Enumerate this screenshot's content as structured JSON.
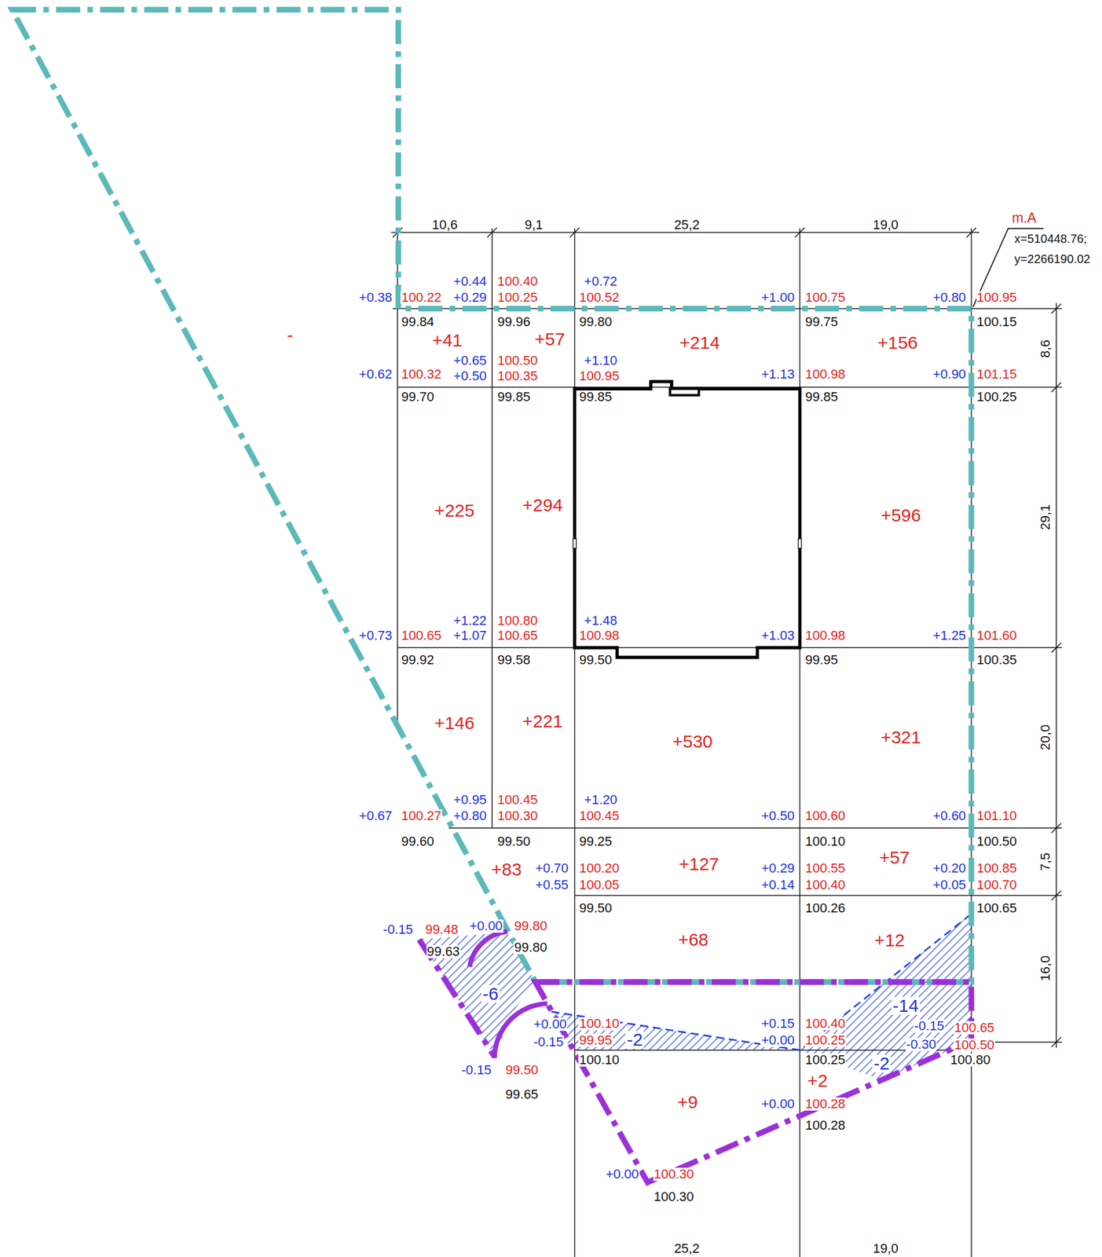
{
  "diagram": {
    "nodes": [
      {
        "text": [
          "-"
        ]
      },
      {
        "text": [
          "+41"
        ]
      },
      {
        "text": [
          "+57"
        ]
      },
      {
        "text": [
          "+214"
        ]
      },
      {
        "text": [
          "+156"
        ]
      },
      {
        "text": [
          "+225"
        ]
      },
      {
        "text": [
          "+294"
        ]
      },
      {
        "text": [
          "+596"
        ]
      },
      {
        "text": [
          "+146"
        ]
      },
      {
        "text": [
          "+221"
        ]
      },
      {
        "text": [
          "+530"
        ]
      },
      {
        "text": [
          "+321"
        ]
      },
      {
        "text": [
          "+83"
        ]
      },
      {
        "text": [
          "+127"
        ]
      },
      {
        "text": [
          "+57"
        ]
      },
      {
        "text": [
          "+68"
        ]
      },
      {
        "text": [
          "+12"
        ]
      },
      {
        "text": [
          "-6"
        ]
      },
      {
        "text": [
          "-14"
        ]
      },
      {
        "text": [
          "-2"
        ]
      },
      {
        "text": [
          "-2"
        ]
      },
      {
        "text": [
          "+2"
        ]
      },
      {
        "text": [
          "+9"
        ]
      }
    ],
    "labels": [
      "m.A",
      "10,6",
      "9,1",
      "25,2",
      "19,0",
      "x=510448.76;",
      "y=2266190.02",
      "+0.44",
      "100.40",
      "+0.72",
      "+0.38",
      "100.22",
      "+0.29",
      "100.25",
      "100.52",
      "+1.00",
      "100.75",
      "+0.80",
      "100.95",
      "99.84",
      "99.96",
      "99.80",
      "99.75",
      "100.15",
      "8,6",
      "+0.65",
      "100.50",
      "+1.10",
      "+0.62",
      "100.32",
      "+0.50",
      "100.35",
      "100.95",
      "+1.13",
      "100.98",
      "+0.90",
      "101.15",
      "99.70",
      "99.85",
      "99.85",
      "99.85",
      "100.25",
      "29,1",
      "+1.22",
      "100.80",
      "+1.48",
      "+0.73",
      "100.65",
      "+1.07",
      "100.65",
      "100.98",
      "+1.03",
      "100.98",
      "+1.25",
      "101.60",
      "99.92",
      "99.58",
      "99.50",
      "99.95",
      "100.35",
      "20,0",
      "+0.95",
      "100.45",
      "+1.20",
      "+0.67",
      "100.27",
      "+0.80",
      "100.30",
      "100.45",
      "+0.50",
      "100.60",
      "+0.60",
      "101.10",
      "99.60",
      "99.50",
      "99.25",
      "100.10",
      "100.50",
      "7,5",
      "+0.70",
      "100.20",
      "+0.29",
      "100.55",
      "+0.20",
      "100.85",
      "+0.55",
      "100.05",
      "+0.14",
      "100.40",
      "+0.05",
      "100.70",
      "99.50",
      "100.26",
      "100.65",
      "+0.00",
      "99.80",
      "-0.15",
      "99.48",
      "99.80",
      "99.63",
      "16,0",
      "+0.00",
      "100.10",
      "+0.15",
      "100.40",
      "-0.15",
      "100.65",
      "-0.15",
      "99.95",
      "+0.00",
      "100.25",
      "-0.30",
      "100.50",
      "100.10",
      "100.25",
      "100.80",
      "-0.15",
      "99.50",
      "99.65",
      "+0.00",
      "100.28",
      "100.28",
      "+0.00",
      "100.30",
      "100.30",
      "25,2",
      "19,0"
    ]
  }
}
